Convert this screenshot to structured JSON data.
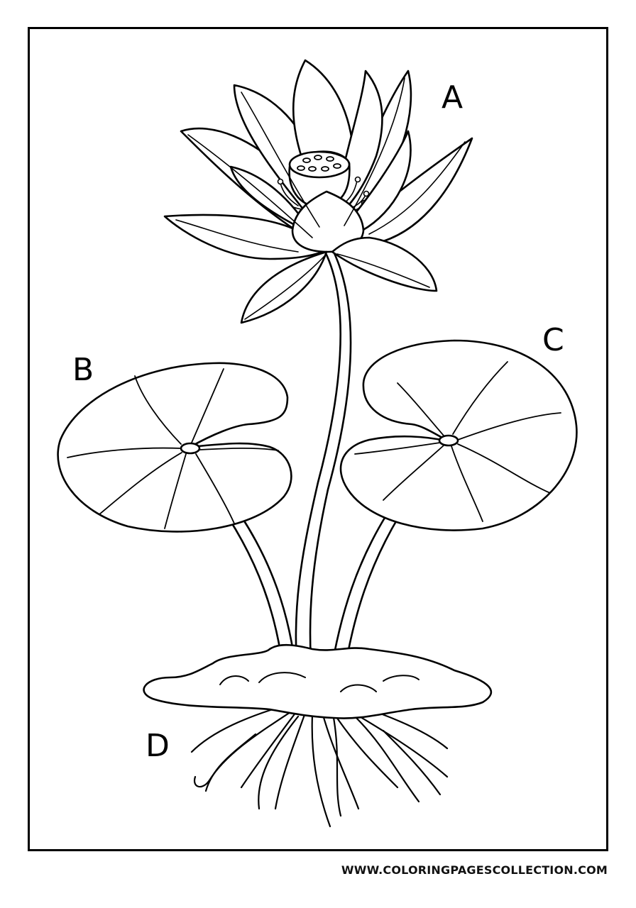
{
  "labels": {
    "a": "A",
    "b": "B",
    "c": "C",
    "d": "D"
  },
  "footer": {
    "website": "WWW.COLORINGPAGESCOLLECTION.COM"
  }
}
